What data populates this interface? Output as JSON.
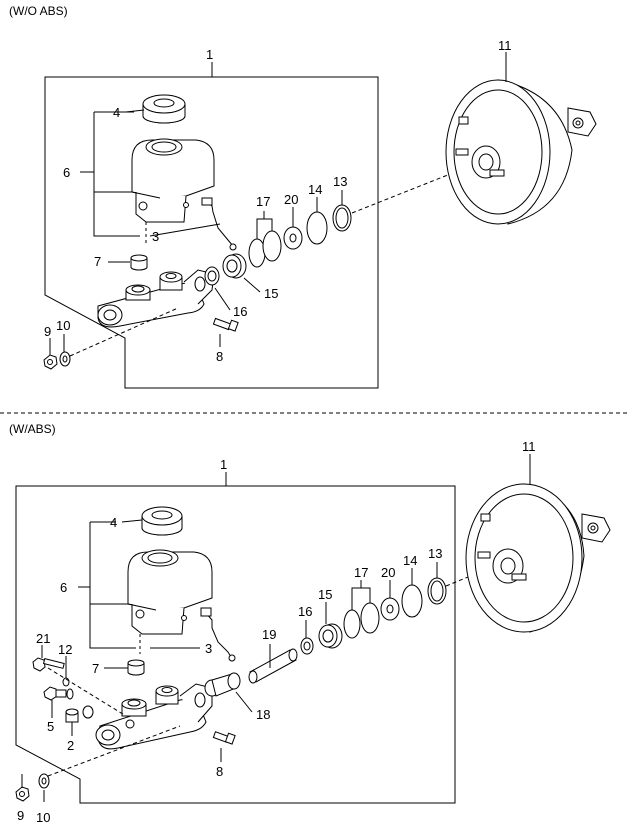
{
  "sections": {
    "top": {
      "title": "(W/O ABS)",
      "callouts": {
        "c1": "1",
        "c3": "3",
        "c4": "4",
        "c6": "6",
        "c7": "7",
        "c8": "8",
        "c9": "9",
        "c10": "10",
        "c11": "11",
        "c13": "13",
        "c14": "14",
        "c15": "15",
        "c16": "16",
        "c17": "17",
        "c20": "20"
      }
    },
    "bottom": {
      "title": "(W/ABS)",
      "callouts": {
        "c1": "1",
        "c2": "2",
        "c3": "3",
        "c4": "4",
        "c5": "5",
        "c6": "6",
        "c7": "7",
        "c8": "8",
        "c9": "9",
        "c10": "10",
        "c11": "11",
        "c12": "12",
        "c13": "13",
        "c14": "14",
        "c15": "15",
        "c16": "16",
        "c17": "17",
        "c18": "18",
        "c19": "19",
        "c20": "20",
        "c21": "21"
      }
    }
  }
}
